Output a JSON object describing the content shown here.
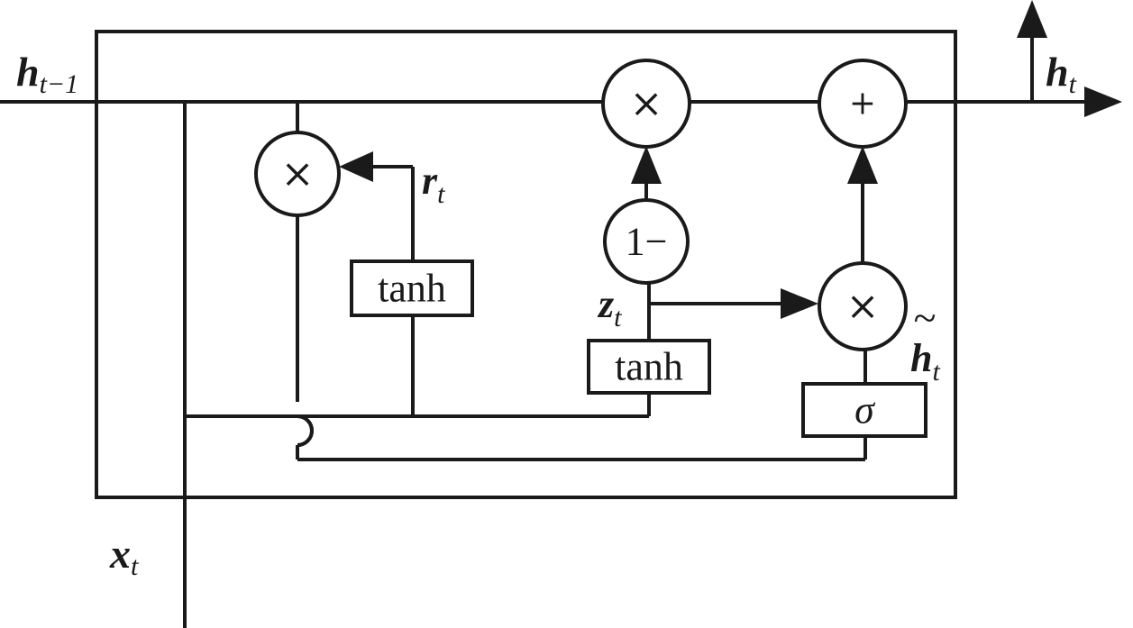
{
  "inputs": {
    "h_prev": {
      "base": "h",
      "sub": "t−1"
    },
    "x": {
      "base": "x",
      "sub": "t"
    }
  },
  "outputs": {
    "h": {
      "base": "h",
      "sub": "t"
    }
  },
  "gates": {
    "reset": {
      "base": "r",
      "sub": "t"
    },
    "update": {
      "base": "z",
      "sub": "t"
    },
    "candidate": {
      "base": "h",
      "sub": "t",
      "accent": "~"
    }
  },
  "functions": {
    "tanh_reset": "tanh",
    "tanh_update": "tanh",
    "sigma": "σ"
  },
  "operators": {
    "mul": "×",
    "add": "+",
    "one_minus": "1−"
  }
}
